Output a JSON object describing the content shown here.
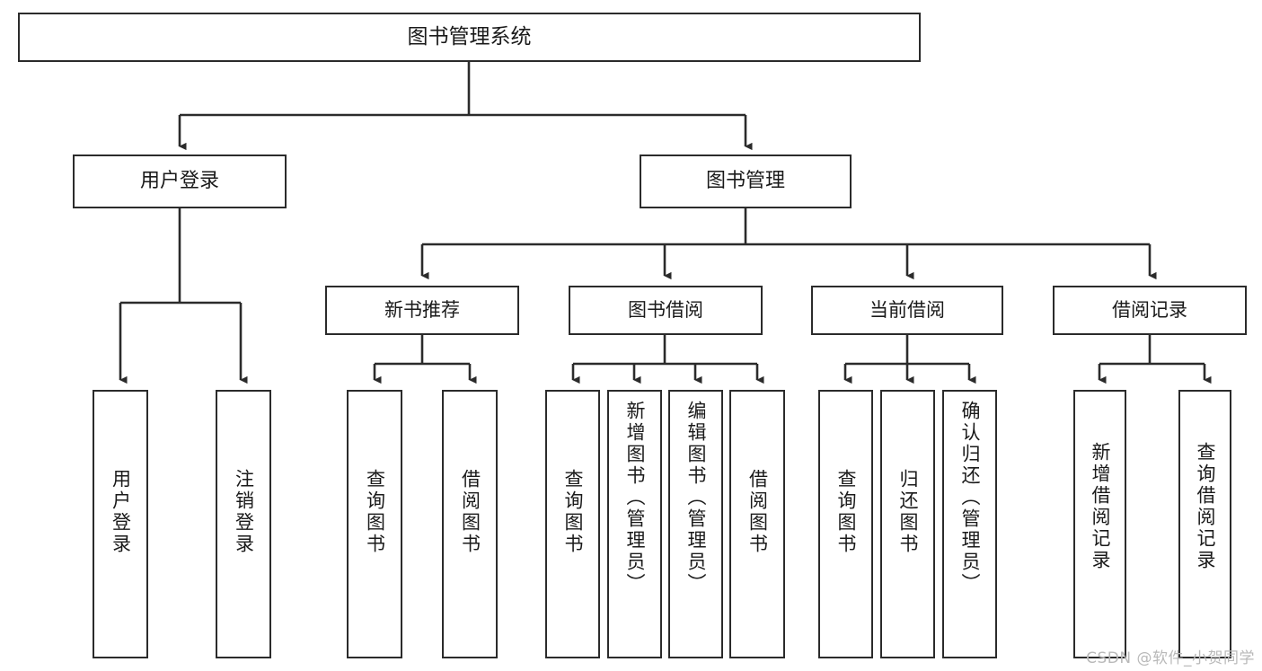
{
  "diagram": {
    "type": "tree-hierarchy",
    "title": "图书管理系统",
    "watermark": "CSDN @软件_小贺同学",
    "colors": {
      "box_border": "#2b2b2b",
      "box_fill": "#ffffff",
      "edge": "#2b2b2b",
      "text": "#1a1a1a",
      "watermark": "#b9b9b9",
      "background": "#ffffff"
    },
    "nodes": {
      "root": {
        "label": "图书管理系统",
        "level": 0
      },
      "user_login": {
        "label": "用户登录",
        "level": 1
      },
      "book_manage": {
        "label": "图书管理",
        "level": 1
      },
      "new_book_rec": {
        "label": "新书推荐",
        "level": 2
      },
      "book_borrow": {
        "label": "图书借阅",
        "level": 2
      },
      "current_borrow": {
        "label": "当前借阅",
        "level": 2
      },
      "borrow_record": {
        "label": "借阅记录",
        "level": 2
      },
      "leaf_user_login": {
        "label": "用户登录",
        "level": 3
      },
      "leaf_logout": {
        "label": "注销登录",
        "level": 3
      },
      "leaf_query_book_1": {
        "label": "查询图书",
        "level": 3
      },
      "leaf_borrow_book_1": {
        "label": "借阅图书",
        "level": 3
      },
      "leaf_query_book_2": {
        "label": "查询图书",
        "level": 3
      },
      "leaf_add_book": {
        "label": "新增图书（管理员）",
        "level": 3
      },
      "leaf_edit_book": {
        "label": "编辑图书（管理员）",
        "level": 3
      },
      "leaf_borrow_book_2": {
        "label": "借阅图书",
        "level": 3
      },
      "leaf_query_book_3": {
        "label": "查询图书",
        "level": 3
      },
      "leaf_return_book": {
        "label": "归还图书",
        "level": 3
      },
      "leaf_confirm_return": {
        "label": "确认归还（管理员）",
        "level": 3
      },
      "leaf_add_record": {
        "label": "新增借阅记录",
        "level": 3
      },
      "leaf_query_record": {
        "label": "查询借阅记录",
        "level": 3
      }
    },
    "edges": [
      {
        "from": "root",
        "to": "user_login"
      },
      {
        "from": "root",
        "to": "book_manage"
      },
      {
        "from": "book_manage",
        "to": "new_book_rec"
      },
      {
        "from": "book_manage",
        "to": "book_borrow"
      },
      {
        "from": "book_manage",
        "to": "current_borrow"
      },
      {
        "from": "book_manage",
        "to": "borrow_record"
      },
      {
        "from": "user_login",
        "to": "leaf_user_login"
      },
      {
        "from": "user_login",
        "to": "leaf_logout"
      },
      {
        "from": "new_book_rec",
        "to": "leaf_query_book_1"
      },
      {
        "from": "new_book_rec",
        "to": "leaf_borrow_book_1"
      },
      {
        "from": "book_borrow",
        "to": "leaf_query_book_2"
      },
      {
        "from": "book_borrow",
        "to": "leaf_add_book"
      },
      {
        "from": "book_borrow",
        "to": "leaf_edit_book"
      },
      {
        "from": "book_borrow",
        "to": "leaf_borrow_book_2"
      },
      {
        "from": "current_borrow",
        "to": "leaf_query_book_3"
      },
      {
        "from": "current_borrow",
        "to": "leaf_return_book"
      },
      {
        "from": "current_borrow",
        "to": "leaf_confirm_return"
      },
      {
        "from": "borrow_record",
        "to": "leaf_add_record"
      },
      {
        "from": "borrow_record",
        "to": "leaf_query_record"
      }
    ]
  }
}
